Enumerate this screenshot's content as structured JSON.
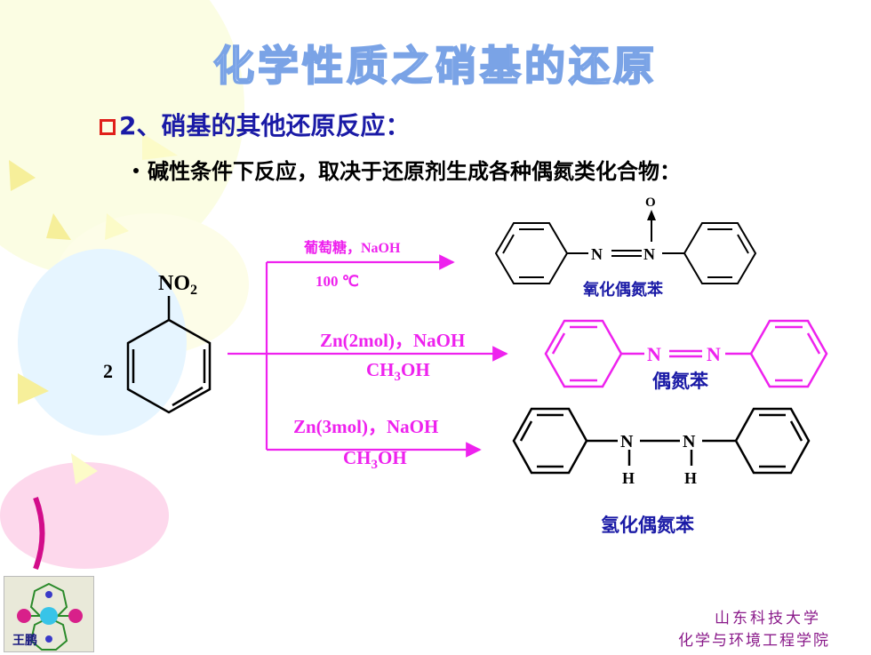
{
  "title": "化学性质之硝基的还原",
  "section": {
    "number": "2",
    "heading": "、硝基的其他还原反应："
  },
  "subtitle": "碱性条件下反应，取决于还原剂生成各种偶氮类化合物：",
  "reactant": {
    "coefficient": "2",
    "group": "NO",
    "group_sub": "2"
  },
  "reactions": [
    {
      "reagent_top": "葡萄糖，NaOH",
      "reagent_bottom": "100 ℃",
      "product_name": "氧化偶氮苯",
      "color": "#ee22ee",
      "label_color": "#1a1aa6"
    },
    {
      "reagent_top": "Zn(2mol)，NaOH",
      "reagent_bottom_pre": "CH",
      "reagent_bottom_sub": "3",
      "reagent_bottom_post": "OH",
      "product_name": "偶氮苯",
      "color": "#ee22ee",
      "label_color": "#1a1aa6"
    },
    {
      "reagent_top": "Zn(3mol)，NaOH",
      "reagent_bottom_pre": "CH",
      "reagent_bottom_sub": "3",
      "reagent_bottom_post": "OH",
      "product_name": "氢化偶氮苯",
      "color": "#ee22ee",
      "label_color": "#1a1aa6"
    }
  ],
  "atoms": {
    "N": "N",
    "O": "O",
    "H": "H"
  },
  "footer": {
    "university": "山东科技大学",
    "college": "化学与环境工程学院",
    "author": "王鹏"
  }
}
